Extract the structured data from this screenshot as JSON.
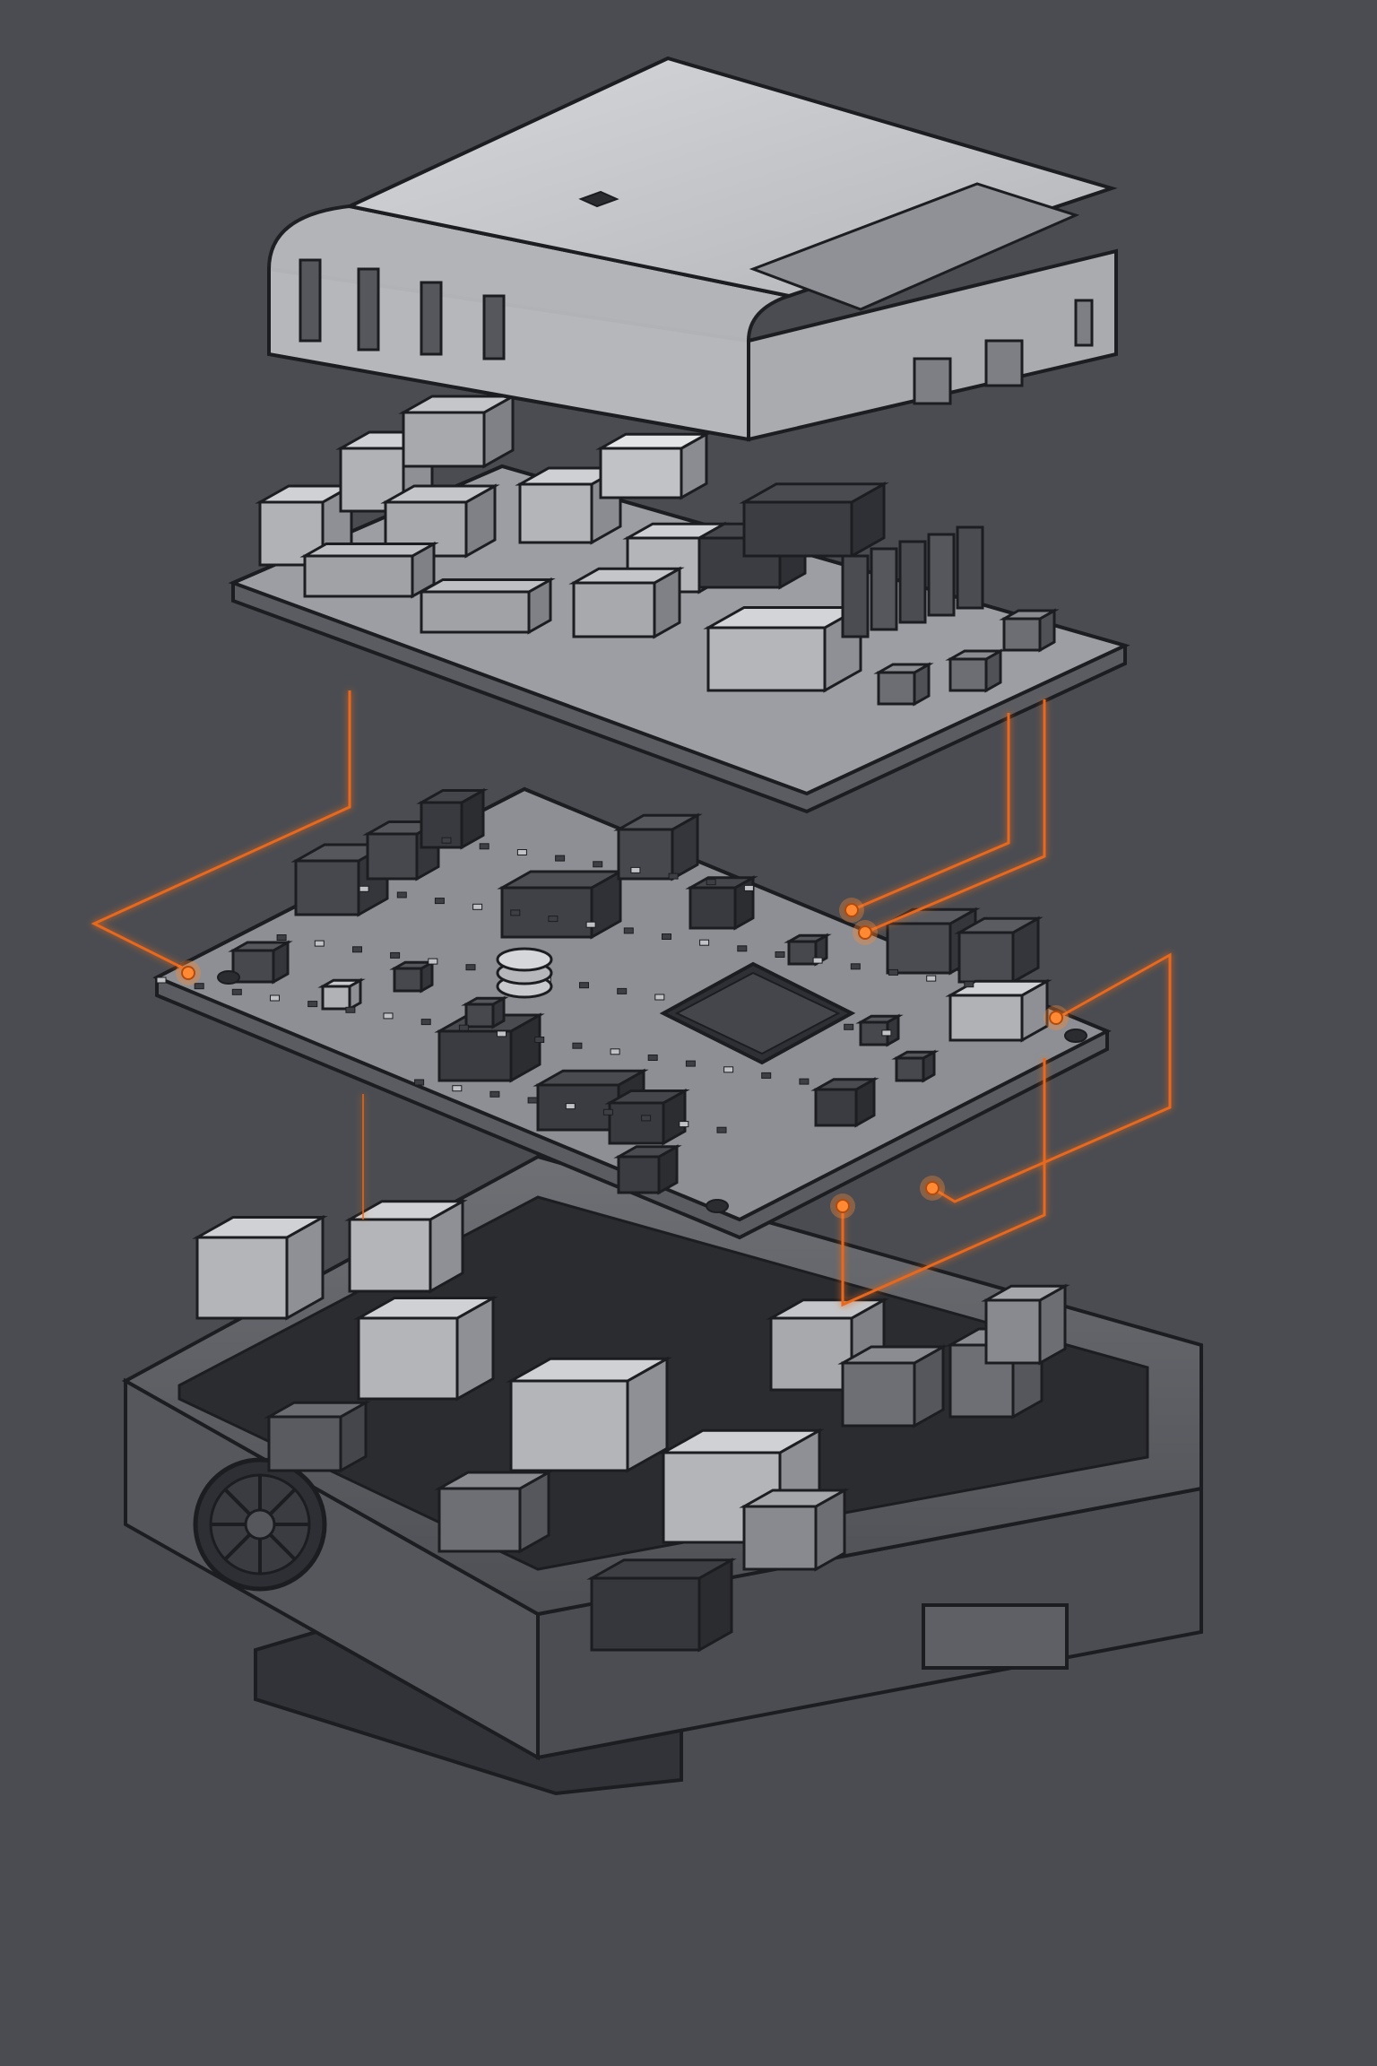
{
  "colors": {
    "background": "#4a4c52",
    "outline": "#1c1d21",
    "cover_light": "#c9cacd",
    "cover_mid": "#a9abaf",
    "metal_light": "#cfd0d3",
    "metal_mid": "#9c9ea3",
    "board_face": "#8d8f94",
    "board_edge": "#5a5c61",
    "dark_part": "#3a3b40",
    "enclosure_top": "#6b6d72",
    "enclosure_side": "#505257",
    "accent_wire": "#e8681a",
    "accent_glow": "#ff8a33"
  },
  "layers": [
    {
      "id": "top-cover"
    },
    {
      "id": "power-board"
    },
    {
      "id": "main-logic-board"
    },
    {
      "id": "base-enclosure"
    }
  ],
  "icons": {
    "fan": "fan-icon",
    "processor": "processor-chip-icon",
    "connector": "connector-node-icon"
  }
}
